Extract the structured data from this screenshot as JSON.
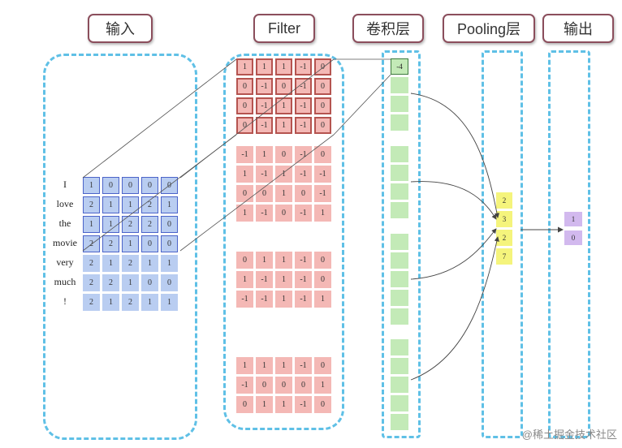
{
  "headers": {
    "input": "输入",
    "filter": "Filter",
    "conv": "卷积层",
    "pooling": "Pooling层",
    "output": "输出"
  },
  "words": [
    "I",
    "love",
    "the",
    "movie",
    "very",
    "much",
    "!"
  ],
  "input_matrix": [
    [
      "1",
      "0",
      "0",
      "0",
      "0"
    ],
    [
      "2",
      "1",
      "1",
      "2",
      "1"
    ],
    [
      "1",
      "1",
      "2",
      "2",
      "0"
    ],
    [
      "2",
      "2",
      "1",
      "0",
      "0"
    ],
    [
      "2",
      "1",
      "2",
      "1",
      "1"
    ],
    [
      "2",
      "2",
      "1",
      "0",
      "0"
    ],
    [
      "2",
      "1",
      "2",
      "1",
      "1"
    ]
  ],
  "filters": [
    [
      [
        "1",
        "1",
        "1",
        "-1",
        "0"
      ],
      [
        "0",
        "-1",
        "0",
        "-1",
        "0"
      ],
      [
        "0",
        "-1",
        "1",
        "-1",
        "0"
      ],
      [
        "0",
        "-1",
        "1",
        "-1",
        "0"
      ]
    ],
    [
      [
        "-1",
        "1",
        "0",
        "-1",
        "0"
      ],
      [
        "1",
        "-1",
        "1",
        "-1",
        "-1"
      ],
      [
        "0",
        "0",
        "1",
        "0",
        "-1"
      ],
      [
        "1",
        "-1",
        "0",
        "-1",
        "1"
      ]
    ],
    [
      [
        "0",
        "1",
        "1",
        "-1",
        "0"
      ],
      [
        "1",
        "-1",
        "1",
        "-1",
        "0"
      ],
      [
        "-1",
        "-1",
        "1",
        "-1",
        "1"
      ]
    ],
    [
      [
        "1",
        "1",
        "1",
        "-1",
        "0"
      ],
      [
        "-1",
        "0",
        "0",
        "0",
        "1"
      ],
      [
        "0",
        "1",
        "1",
        "-1",
        "0"
      ]
    ]
  ],
  "conv_first_value": "-4",
  "pooling_values": [
    "2",
    "3",
    "2",
    "7"
  ],
  "output_values": [
    "1",
    "0"
  ],
  "watermark": "@稀土掘金技术社区",
  "colors": {
    "panel_border": "#5fc0e6",
    "header_border": "#8b4e5c",
    "input_cell": "#b9cdf1",
    "filter_cell": "#f4b8b5",
    "conv_cell": "#c3eab7",
    "pool_cell": "#f5f47c",
    "output_cell": "#d2b9ee"
  }
}
